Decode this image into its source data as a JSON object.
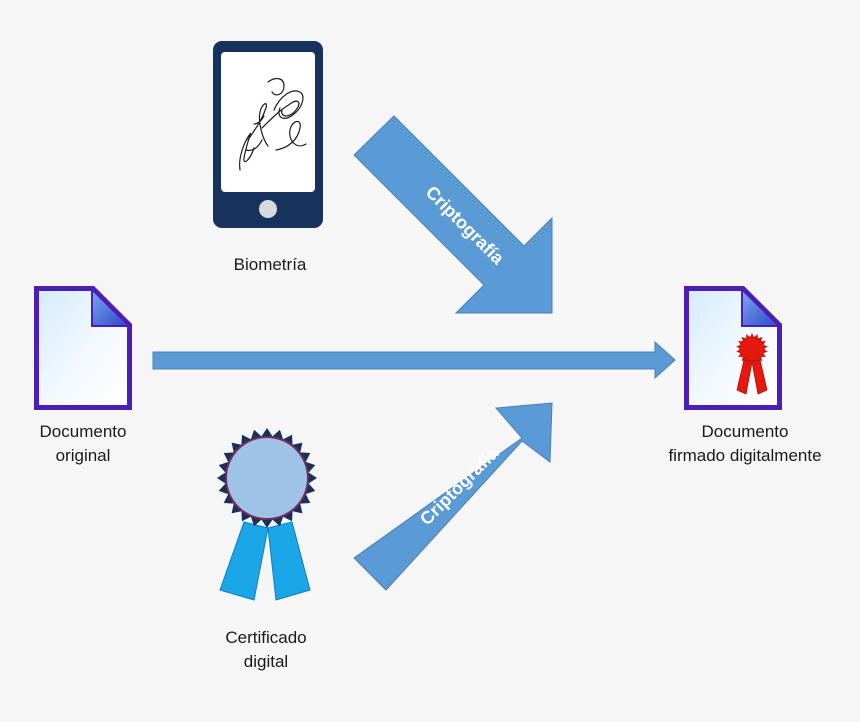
{
  "labels": {
    "biometria": "Biometría",
    "documento_original": [
      "Documento",
      "original"
    ],
    "certificado_digital": [
      "Certificado",
      "digital"
    ],
    "documento_firmado": [
      "Documento",
      "firmado digitalmente"
    ]
  },
  "arrows": {
    "top": "Criptografía",
    "bottom": "Criptografía"
  },
  "colors": {
    "arrow_fill": "#5b9bd5",
    "arrow_stroke": "#4a7fb8",
    "phone_body": "#17325d",
    "document_border": "#4b1fb5",
    "ribbon_blue": "#1ba6e8",
    "seal_blue": "#9ec3e6",
    "seal_red": "#e5190f"
  },
  "icons": [
    "phone-signature-icon",
    "blank-document-icon",
    "certificate-ribbon-icon",
    "signed-document-icon"
  ]
}
